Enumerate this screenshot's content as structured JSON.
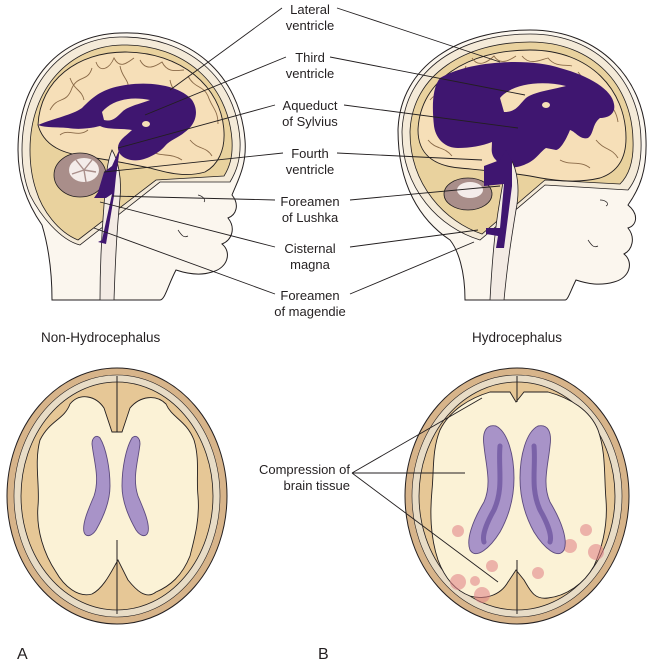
{
  "figure": {
    "colors": {
      "csf_dark": "#3f1670",
      "ventricle_light": "#a893c8",
      "ventricle_mid": "#7a62a8",
      "gray_matter": "#e6c796",
      "white_matter": "#fbf2d6",
      "skull": "#d7b48a",
      "scalp": "#f4ead8",
      "skin": "#fbf6ee",
      "cerebellum": "#a98e8a",
      "lesion": "#e07f86",
      "line": "#231f20"
    },
    "anatomy_labels": [
      {
        "line1": "Lateral",
        "line2": "ventricle"
      },
      {
        "line1": "Third",
        "line2": "ventricle"
      },
      {
        "line1": "Aqueduct",
        "line2": "of Sylvius"
      },
      {
        "line1": "Fourth",
        "line2": "ventricle"
      },
      {
        "line1": "Foreamen",
        "line2": "of Lushka"
      },
      {
        "line1": "Cisternal",
        "line2": "magna"
      },
      {
        "line1": "Foreamen",
        "line2": "of magendie"
      }
    ],
    "captions": {
      "left": "Non-Hydrocephalus",
      "right": "Hydrocephalus"
    },
    "compression_label": {
      "line1": "Compression of",
      "line2": "brain tissue"
    },
    "panels": {
      "left": "A",
      "right": "B"
    }
  }
}
